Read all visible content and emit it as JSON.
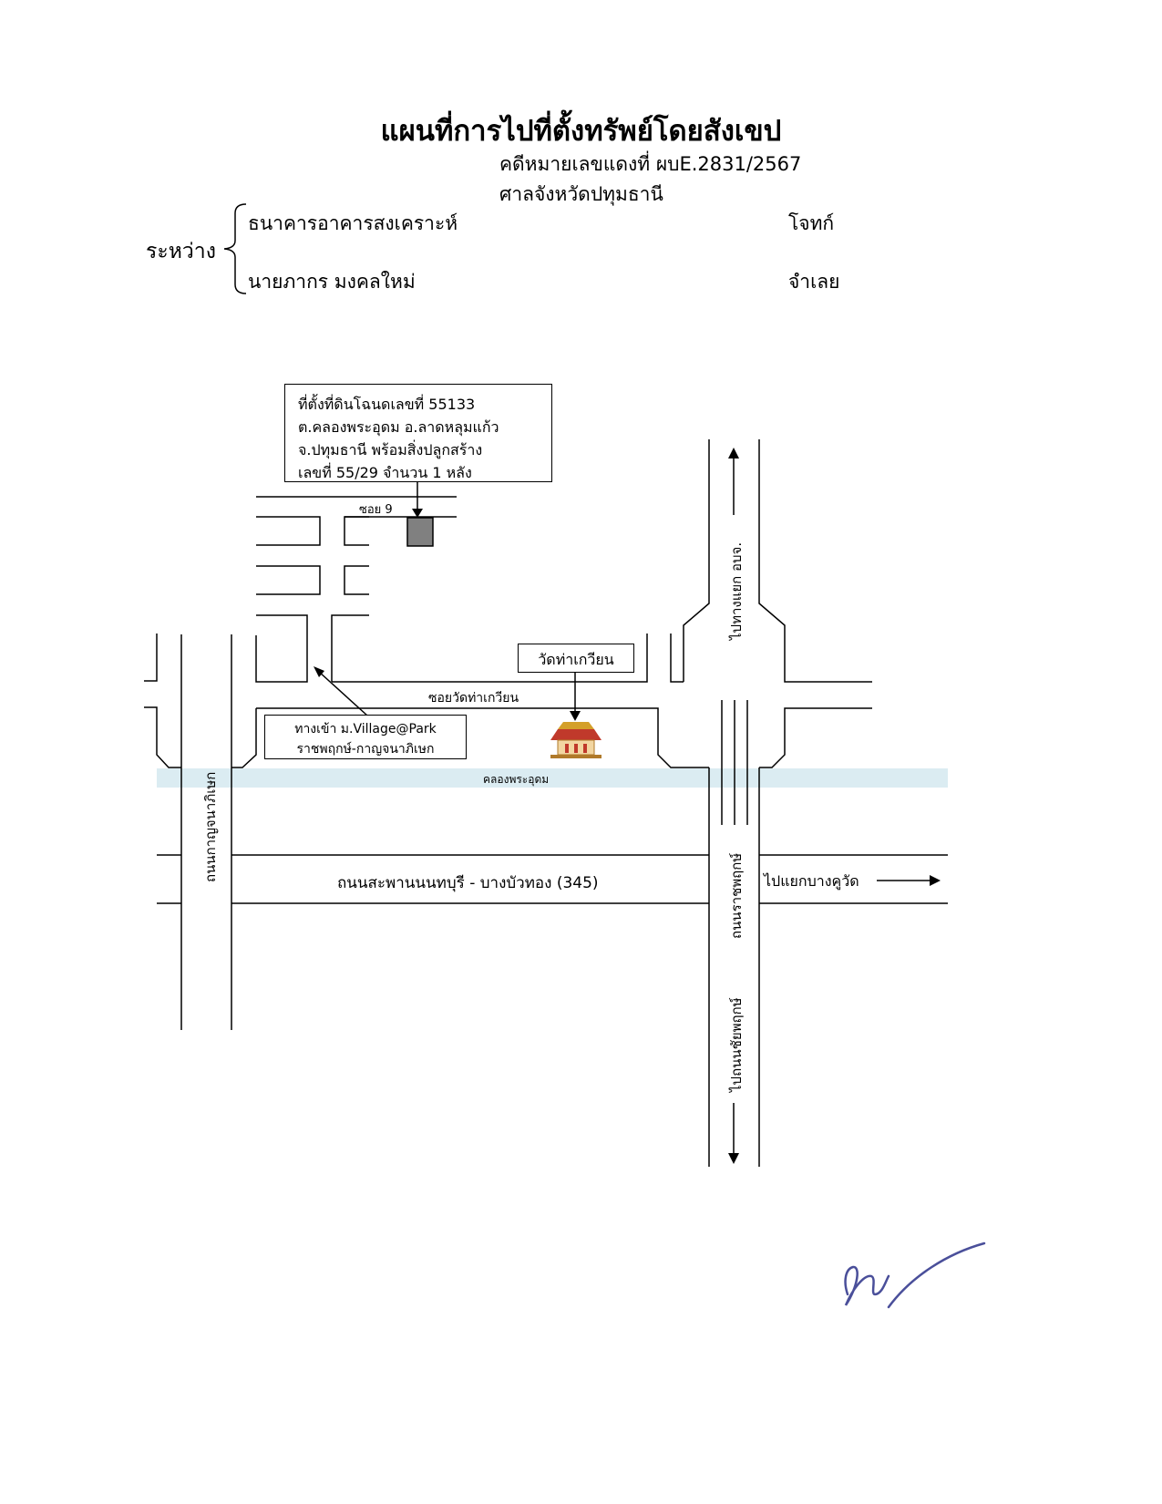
{
  "document": {
    "title": "แผนที่การไปที่ตั้งทรัพย์โดยสังเขป",
    "case_number": "คดีหมายเลขแดงที่ ผบE.2831/2567",
    "court": "ศาลจังหวัดปทุมธานี",
    "between_label": "ระหว่าง",
    "plaintiff_name": "ธนาคารอาคารสงเคราะห์",
    "plaintiff_role": "โจทก์",
    "defendant_name": "นายภากร มงคลใหม่",
    "defendant_role": "จำเลย"
  },
  "map": {
    "property_box": [
      "ที่ตั้งที่ดินโฉนดเลขที่ 55133",
      "ต.คลองพระอุดม อ.ลาดหลุมแก้ว",
      "จ.ปทุมธานี พร้อมสิ่งปลูกสร้าง",
      "เลขที่ 55/29 จำนวน 1 หลัง"
    ],
    "soi_label": "ซอย 9",
    "temple_box": "วัดท่าเกวียน",
    "temple_road_label": "ซอยวัดท่าเกวียน",
    "village_entrance": [
      "ทางเข้า ม.Village@Park",
      "ราชพฤกษ์-กาญจนาภิเษก"
    ],
    "canal_label": "คลองพระอุดม",
    "main_road_label": "ถนนสะพานนนทบุรี - บางบัวทอง (345)",
    "kanchanaphisek_road": "ถนนกาญจนาภิเษก",
    "ratchaphruek_road": "ถนนราชพฤกษ์",
    "to_ob_jo": "ไปทางแยก อบจ.",
    "to_chaiyaphruek": "ไปถนนชัยพฤกษ์",
    "to_bang_khu_wat": "ไปแยกบางคูวัด",
    "canal_color": "#dbecf2",
    "building_color": "#808080",
    "signature_color": "#4a4f9a"
  }
}
